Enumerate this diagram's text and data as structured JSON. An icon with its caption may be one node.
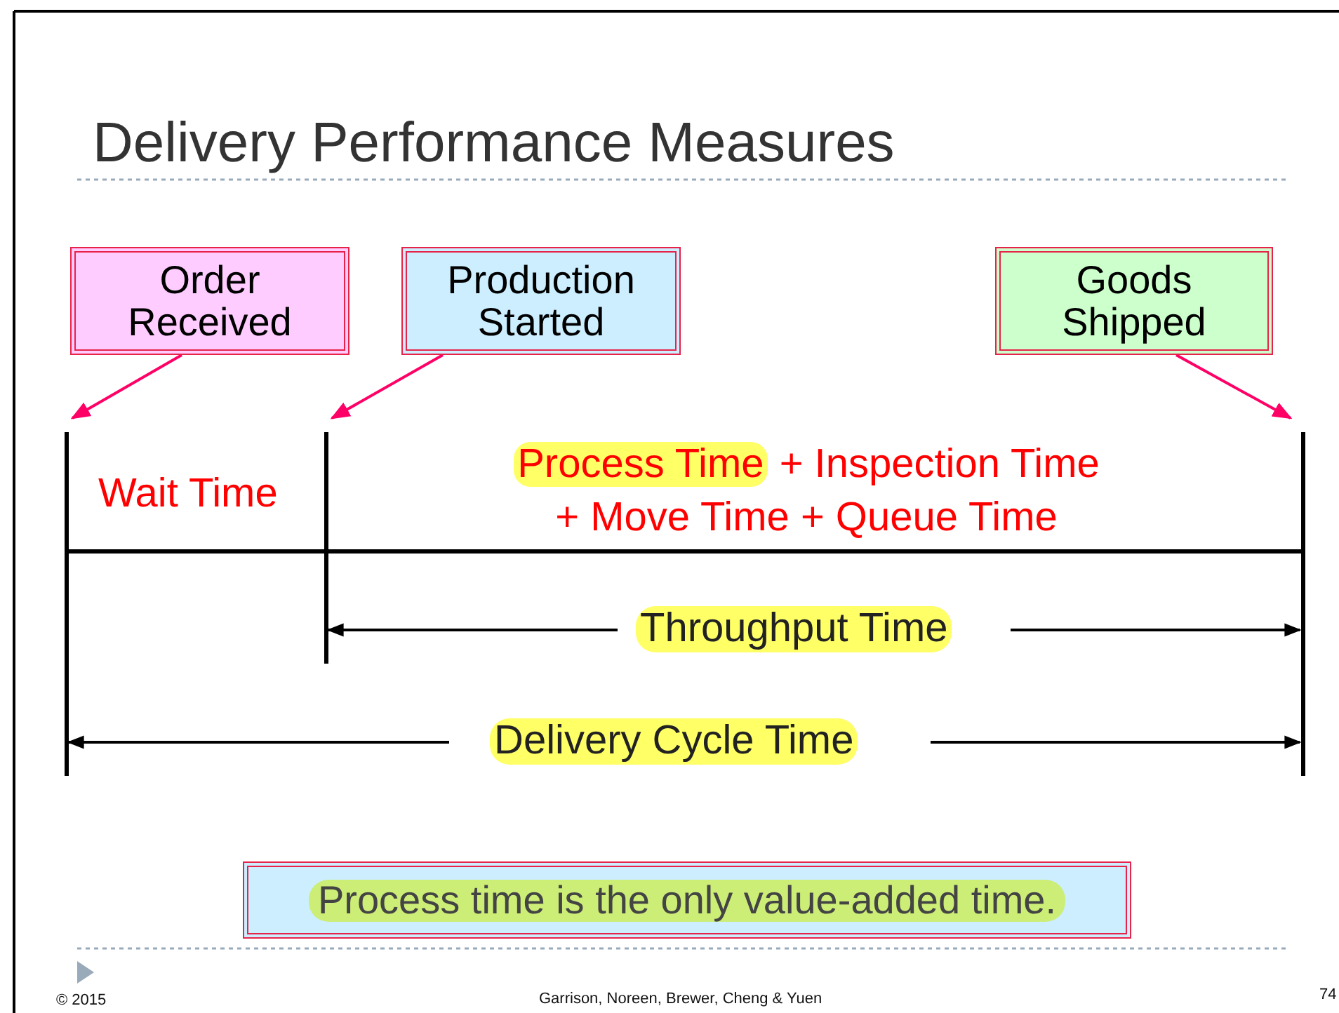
{
  "diagram": {
    "title": "Delivery Performance Measures",
    "nodes": [
      {
        "text": [
          "Order Received"
        ]
      },
      {
        "text": [
          "Production Started"
        ]
      },
      {
        "text": [
          "Goods Shipped"
        ]
      },
      {
        "text": [],
        "shape": "bar"
      },
      {
        "text": [],
        "shape": "bar"
      },
      {
        "text": [],
        "shape": "bar"
      },
      {
        "text": [
          "Process time is the only value-added time."
        ]
      }
    ],
    "edges": [
      {
        "from": 0,
        "to": 3,
        "arrow": "to"
      },
      {
        "from": 1,
        "to": 4,
        "arrow": "to"
      },
      {
        "from": 2,
        "to": 5,
        "arrow": "to"
      }
    ],
    "labels": [
      "Wait Time",
      "Process Time",
      "+ Inspection Time + Move Time + Queue Time",
      "Throughput Time",
      "Delivery Cycle Time",
      "© 2015",
      "Garrison, Noreen, Brewer, Cheng & Yuen",
      "74"
    ]
  }
}
